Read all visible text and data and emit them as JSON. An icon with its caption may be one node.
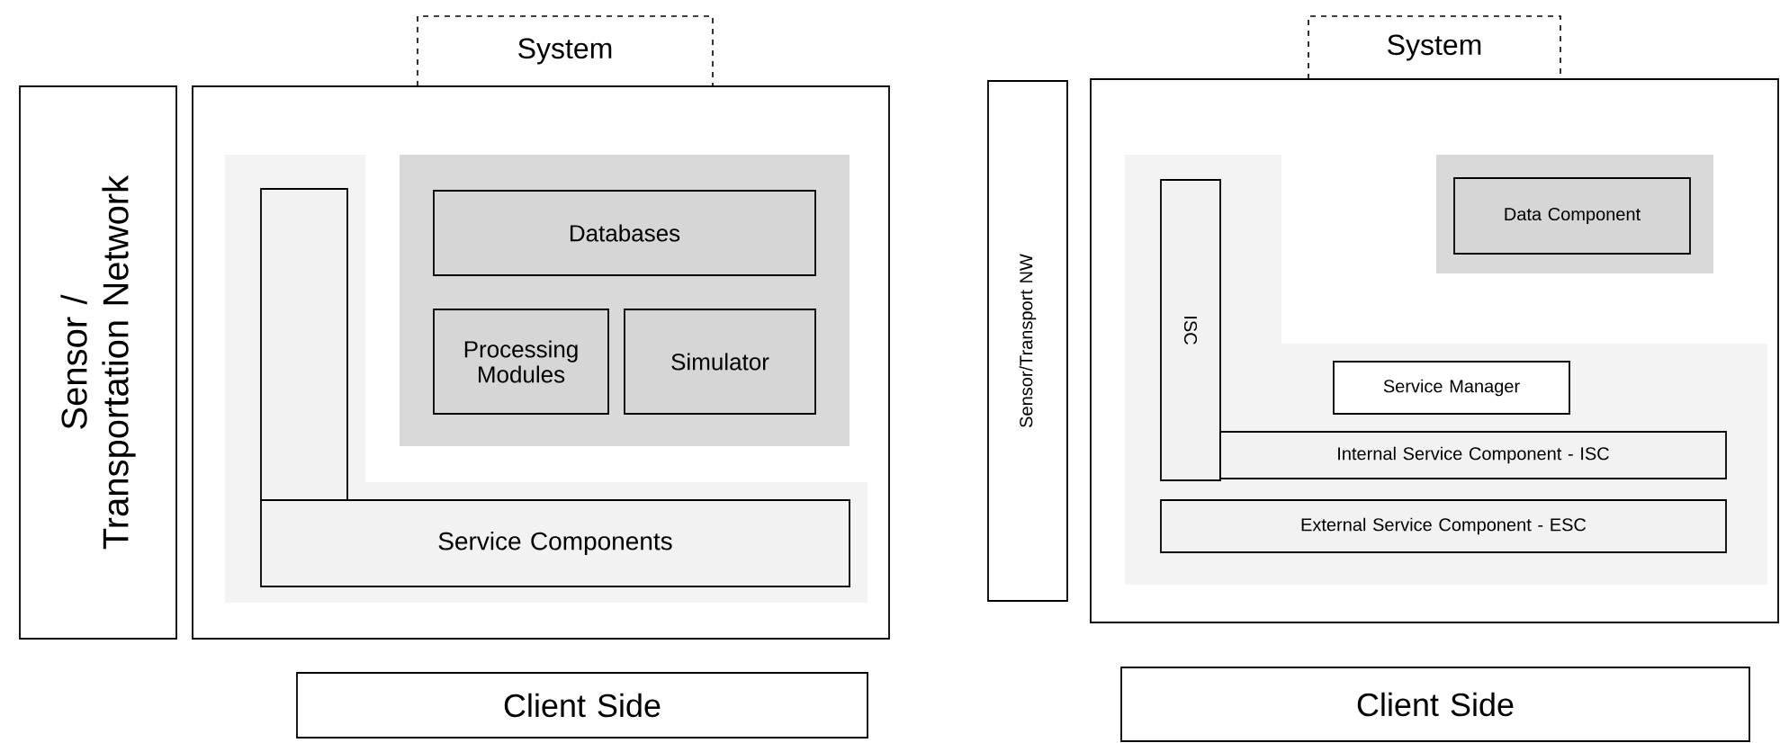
{
  "diagram": {
    "nodes": [
      {
        "text": [
          "Sensor / Transportation Network"
        ]
      },
      {
        "text": [
          "System"
        ]
      },
      {
        "text": [],
        "shape": "bar",
        "in": 1
      },
      {
        "text": [
          "Databases"
        ],
        "in": 1
      },
      {
        "text": [
          "Processing Modules"
        ],
        "in": 1
      },
      {
        "text": [
          "Simulator"
        ],
        "in": 1
      },
      {
        "text": [
          "Service Components"
        ],
        "in": 1
      },
      {
        "text": [
          "Client Side"
        ]
      },
      {
        "text": [
          "Sensor/Transport NW"
        ]
      },
      {
        "text": [
          "System"
        ]
      },
      {
        "text": [
          "ISC"
        ],
        "in": 9
      },
      {
        "text": [
          "Data Component"
        ],
        "in": 9
      },
      {
        "text": [
          "Service Manager"
        ],
        "in": 9
      },
      {
        "text": [
          "Internal Service Component - ISC"
        ],
        "in": 9
      },
      {
        "text": [
          "External Service Component - ESC"
        ],
        "in": 9
      },
      {
        "text": [
          "Client Side"
        ]
      }
    ]
  }
}
